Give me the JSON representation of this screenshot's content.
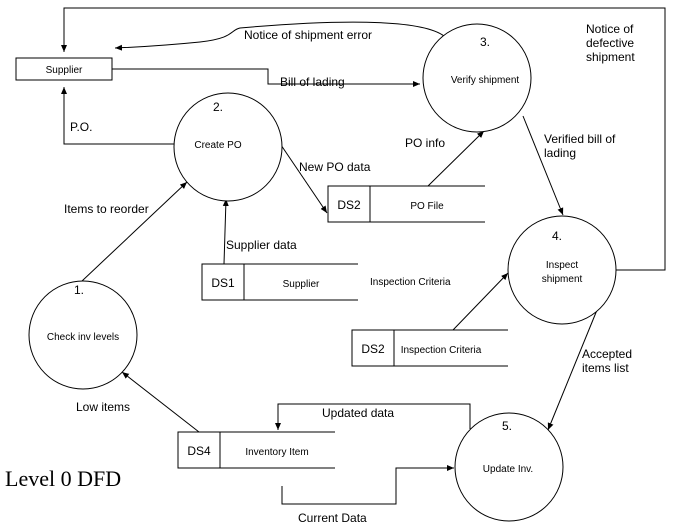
{
  "title": "Level 0 DFD",
  "external_entities": [
    {
      "id": "supplier",
      "label": "Supplier"
    }
  ],
  "processes": [
    {
      "number": "1.",
      "label": "Check inv levels"
    },
    {
      "number": "2.",
      "label": "Create PO"
    },
    {
      "number": "3.",
      "label": "Verify shipment"
    },
    {
      "number": "4.",
      "label_line1": "Inspect",
      "label_line2": "shipment"
    },
    {
      "number": "5.",
      "label": "Update Inv."
    }
  ],
  "data_stores": [
    {
      "id": "DS2",
      "label": "PO File"
    },
    {
      "id": "DS1",
      "label": "Supplier"
    },
    {
      "id": "DS2",
      "label": "Inspection Criteria"
    },
    {
      "id": "DS4",
      "label": "Inventory Item"
    }
  ],
  "flows": {
    "notice_shipment_error": "Notice of shipment error",
    "bill_of_lading": "Bill of lading",
    "po": "P.O.",
    "notice_defective_1": "Notice of",
    "notice_defective_2": "defective",
    "notice_defective_3": "shipment",
    "po_info": "PO info",
    "verified_bill_1": "Verified bill of",
    "verified_bill_2": "lading",
    "new_po_data": "New PO data",
    "items_to_reorder": "Items to reorder",
    "supplier_data": "Supplier data",
    "inspection_criteria_floating": "Inspection Criteria",
    "accepted_items_1": "Accepted",
    "accepted_items_2": "items list",
    "low_items": "Low items",
    "updated_data": "Updated data",
    "current_data": "Current Data"
  }
}
